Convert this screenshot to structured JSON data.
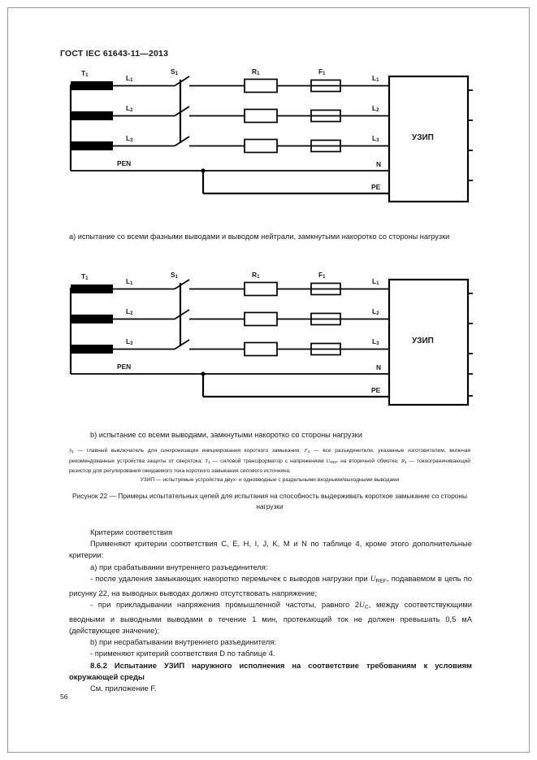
{
  "header": {
    "standard": "ГОСТ IEC 61643-11—2013"
  },
  "page_number": "56",
  "figures": {
    "a": {
      "caption": "a) испытание со всеми фазными выводами и выводом нейтрали, замкнутыми накоротко со стороны нагрузки",
      "labels": {
        "transformer": "T",
        "transformer_sub": "1",
        "switch": "S",
        "switch_sub": "1",
        "resistor": "R",
        "resistor_sub": "1",
        "fuse": "F",
        "fuse_sub": "1",
        "line1": "L",
        "line1_sub": "1",
        "line2": "L",
        "line2_sub": "2",
        "line3": "L",
        "line3_sub": "3",
        "pen": "PEN",
        "neutral": "N",
        "pe": "PE",
        "device": "УЗИП",
        "out1": "L",
        "out1_sub": "1",
        "out2": "L",
        "out2_sub": "2",
        "out3": "L",
        "out3_sub": "3"
      }
    },
    "b": {
      "caption": "b) испытание со всеми выводами, замкнутыми накоротко со стороны нагрузки",
      "labels": {
        "transformer": "T",
        "transformer_sub": "1",
        "switch": "S",
        "switch_sub": "1",
        "resistor": "R",
        "resistor_sub": "1",
        "fuse": "F",
        "fuse_sub": "1",
        "line1": "L",
        "line1_sub": "1",
        "line2": "L",
        "line2_sub": "2",
        "line3": "L",
        "line3_sub": "3",
        "pen": "PEN",
        "neutral": "N",
        "pe": "PE",
        "device": "УЗИП",
        "out1": "L",
        "out1_sub": "1",
        "out2": "L",
        "out2_sub": "2",
        "out3": "L",
        "out3_sub": "3"
      }
    }
  },
  "legend": {
    "s1_symbol": "S",
    "s1_sub": "1",
    "s1_text": " — главный выключатель для синхронизации инициирования короткого замыкания, ",
    "f1_symbol": "F",
    "f1_sub": "1",
    "f1_text": " — все разъединители, указанные изготовителем, включая рекомендованные устройства защиты от сверхтока; ",
    "t1_symbol": "T",
    "t1_sub": "1",
    "t1_text_a": " — силовой трансформатор с напряжением ",
    "uref_symbol": "U",
    "uref_sub": "REF",
    "t1_text_b": " на вторичной обмотке; ",
    "r1_symbol": "R",
    "r1_sub": "1",
    "r1_text": " — токоограничивающий резистор для регулирования ожидаемого тока короткого замыкания силового источника;",
    "spd_text": "УЗИП — испытуемые устройства двух- и одновводные с раздельными входными/выходными выводами"
  },
  "figure_number": {
    "line1": "Рисунок 22 — Примеры испытательных цепей для испытания на способность выдерживать короткое",
    "line2": "замыкание со стороны нагрузки"
  },
  "body": {
    "criteria_heading": "Критерии соответствия",
    "criteria_intro": "Применяют критерии соответствия C, E, H, I, J, K, M и N по таблице 4, кроме этого дополнительные критерии:",
    "item_a": "a) при срабатывании внутреннего разъединителя:",
    "dash_1_pre": "- после удаления замыкающих накоротко перемычек с выводов нагрузки при ",
    "dash_1_u": "U",
    "dash_1_u_sub": "REF",
    "dash_1_post": ", подаваемом в цепь по рисунку 22, на выводных выводах должно отсутствовать напряжение;",
    "dash_2_pre": "- при прикладывании напряжения промышленной частоты, равного 2",
    "dash_2_u": "U",
    "dash_2_u_sub": "C",
    "dash_2_post": ", между соответствующими вводными и выводными выводами в течение 1 мин, протекающий ток не должен превышать 0,5 мА (действующее значение);",
    "item_b": "b) при несрабатывании внутреннего разъединителя:",
    "dash_3": "- применяют критерий соответствия D по таблице 4.",
    "section_number": "8.6.2",
    "section_title": "Испытание УЗИП наружного исполнения на соответствие требованиям к условиям окружающей среды",
    "see_annex": "См. приложение F."
  }
}
